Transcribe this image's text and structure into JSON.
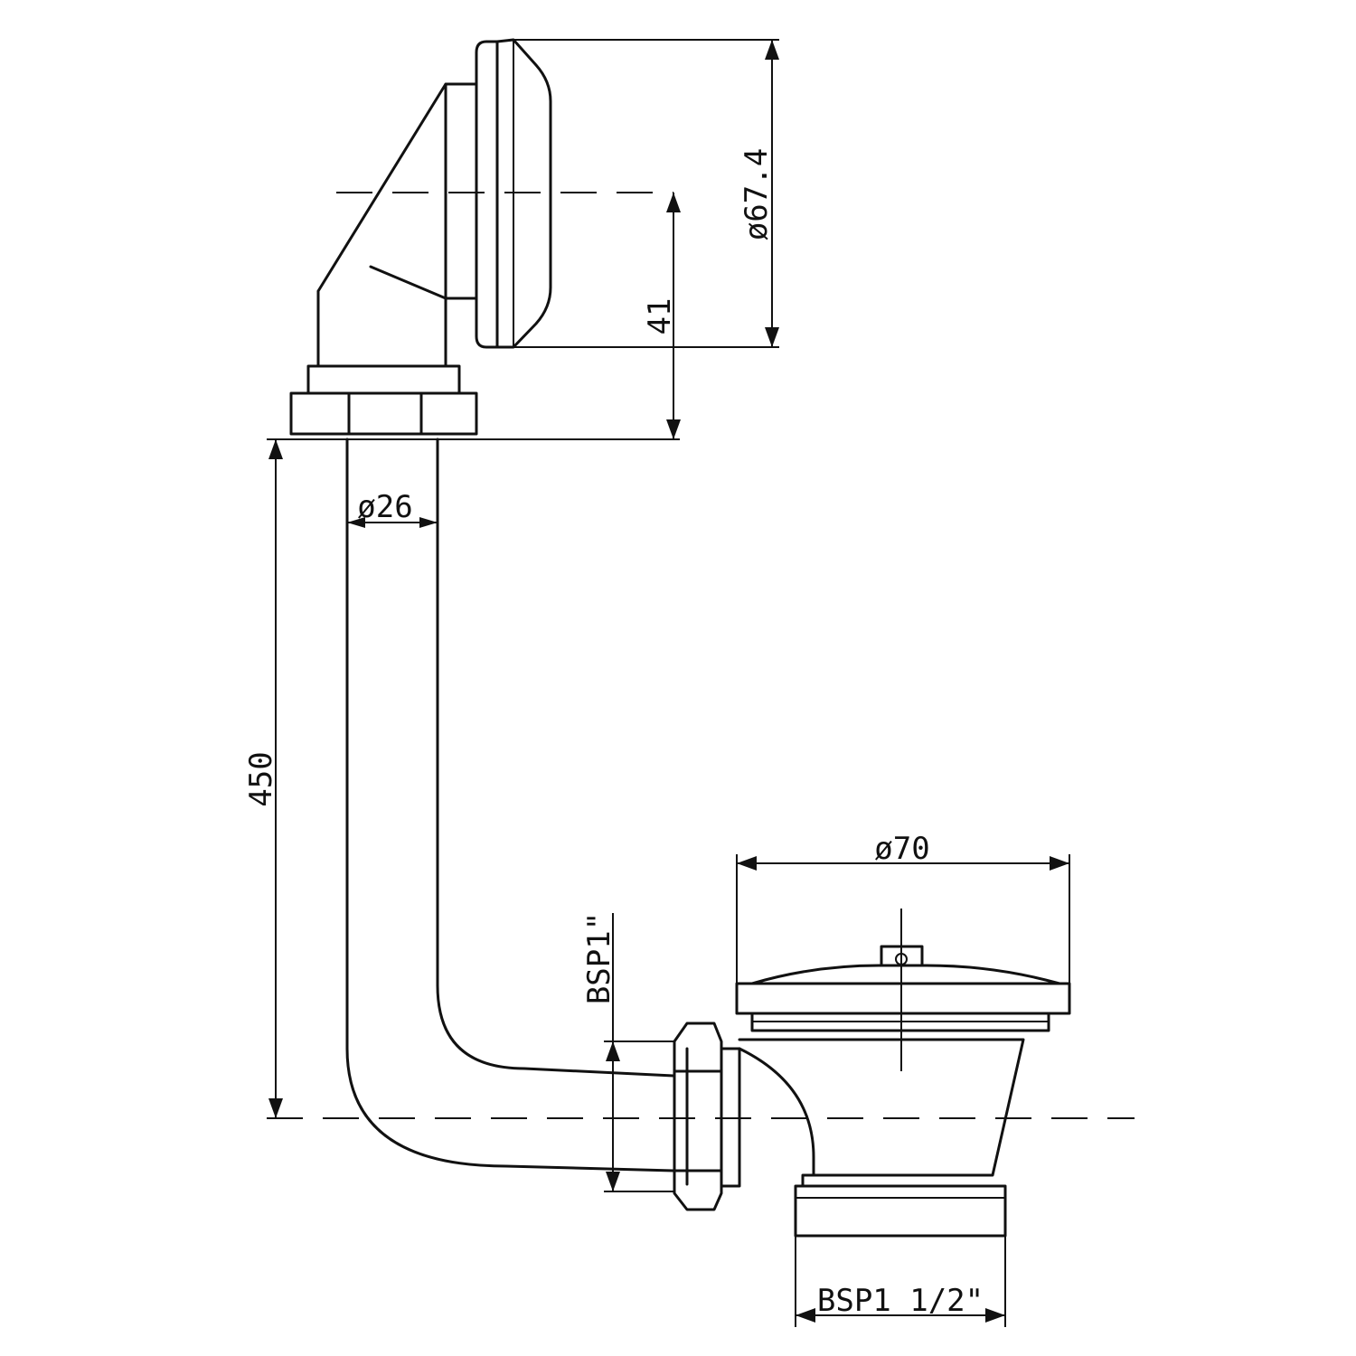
{
  "dimensions": {
    "overflow_face_diameter": "ø67.4",
    "overflow_height": "41",
    "pipe_diameter": "ø26",
    "pipe_length": "450",
    "waste_plug_diameter": "ø70",
    "waste_inlet_thread": "BSP1\"",
    "waste_outlet_thread": "BSP1 1/2\""
  }
}
